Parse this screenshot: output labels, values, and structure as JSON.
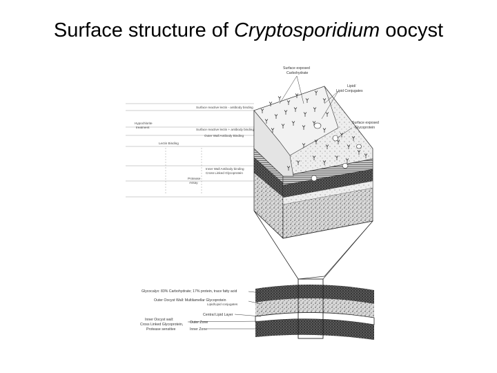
{
  "title": {
    "prefix": "Surface structure of ",
    "italic": "Cryptosporidium",
    "suffix": " oocyst"
  },
  "labels": {
    "surface_carbohydrate": [
      "Surface exposed",
      "Carbohydrate"
    ],
    "lipid_conjugates": [
      "Lipid/",
      "Lipid Conjugates"
    ],
    "surface_glycoprotein": [
      "Surface exposed",
      "Glycoprotein"
    ],
    "left_top": "Surface reactive lectin - antibody binding",
    "left_mid": "Surface reactive lectin + antibody binding",
    "left_outer_wall": "Outer Wall Antibody Binding",
    "hypochlorite": [
      "Hypochlorite",
      "treatment"
    ],
    "lectin_binding": "Lectin Binding",
    "inner_wall": [
      "Inner Wall Antibody binding",
      "Cross Linked Glycoprotein"
    ],
    "protease": [
      "Protease",
      "Assay"
    ],
    "glycocalyx": "Glycocalyx: 83% Carbohydrate; 17% protein, trace fatty acid",
    "outer_oocyst_wall": [
      "Outer Oocyst Wall: Multilamellar Glycoprotein",
      "Lipid/Lipid conjugates"
    ],
    "central_lipid_layer": "Central Lipid Layer",
    "inner_oocyst_wall": [
      "Inner Oocyst wall:",
      "Cross Linked Glycoprotein,",
      "Protease sensitive"
    ],
    "outer_zone": "Outer Zone",
    "inner_zone": "Inner Zone"
  }
}
